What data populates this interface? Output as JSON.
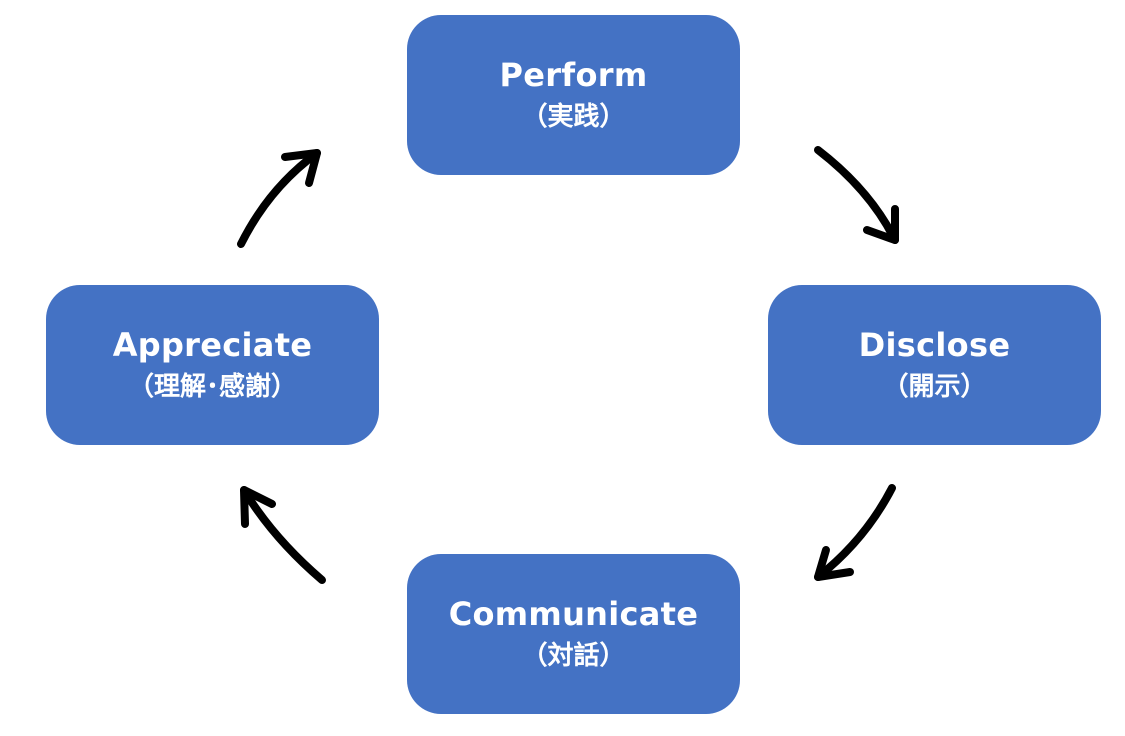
{
  "colors": {
    "node_fill": "#4472C4",
    "node_text": "#FFFFFF",
    "arrow": "#000000",
    "background": "#FFFFFF"
  },
  "nodes": {
    "perform": {
      "title": "Perform",
      "subtitle": "（実践）"
    },
    "disclose": {
      "title": "Disclose",
      "subtitle": "（開示）"
    },
    "communicate": {
      "title": "Communicate",
      "subtitle": "（対話）"
    },
    "appreciate": {
      "title": "Appreciate",
      "subtitle": "（理解･感謝）"
    }
  },
  "flow": [
    {
      "from": "perform",
      "to": "disclose"
    },
    {
      "from": "disclose",
      "to": "communicate"
    },
    {
      "from": "communicate",
      "to": "appreciate"
    },
    {
      "from": "appreciate",
      "to": "perform"
    }
  ]
}
